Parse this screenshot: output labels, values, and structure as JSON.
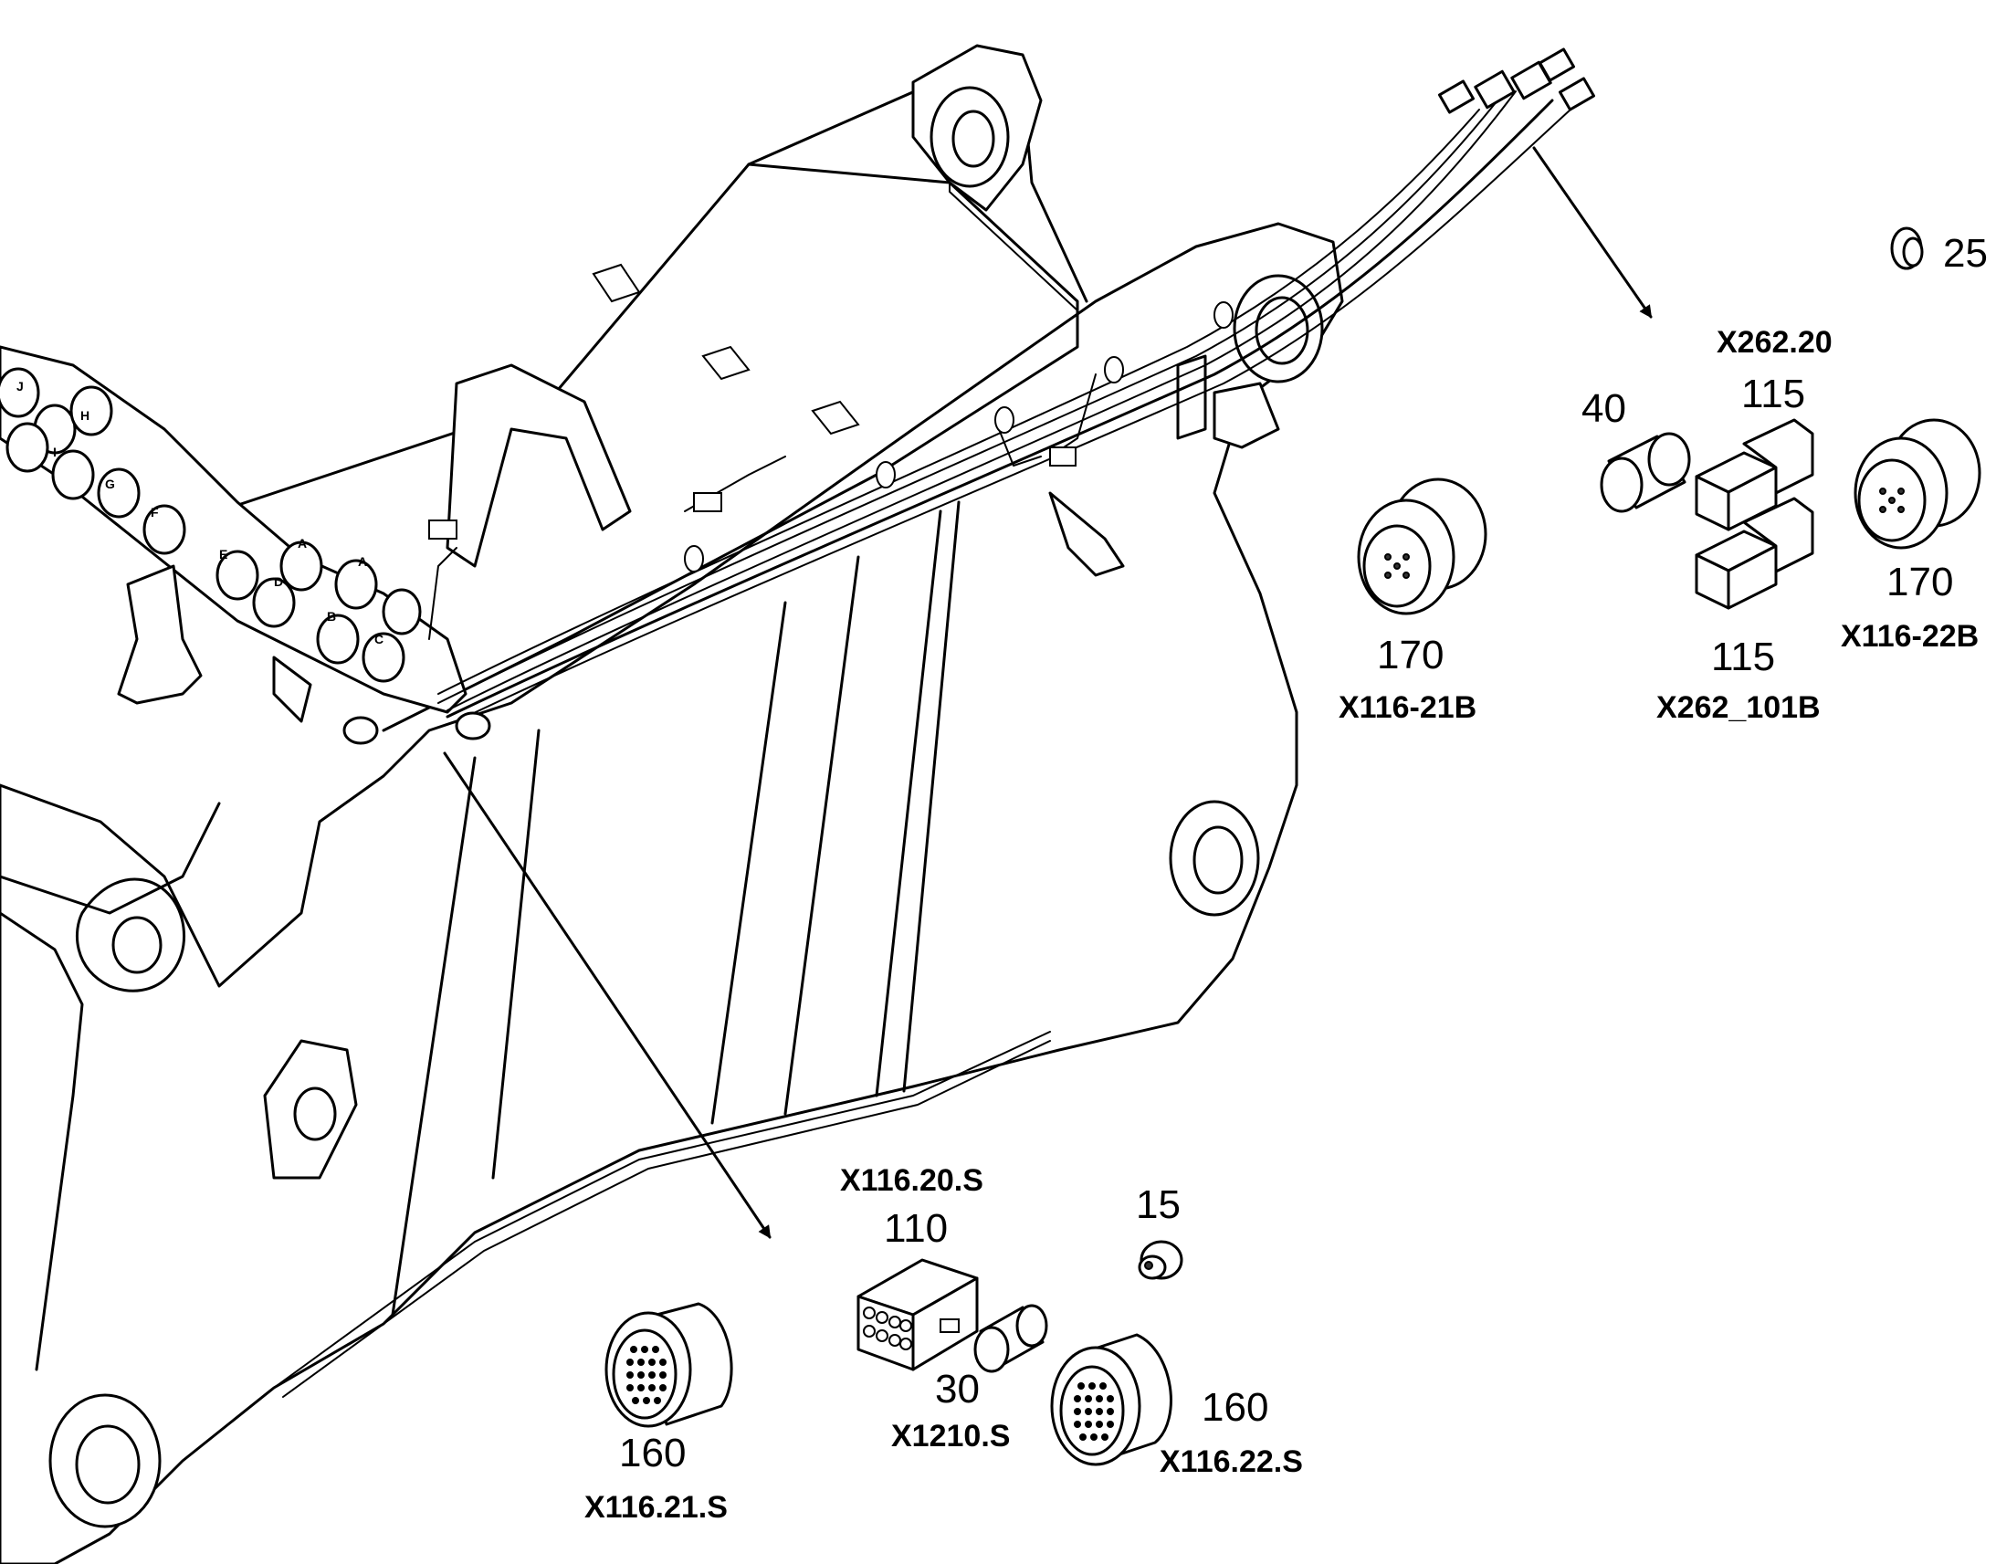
{
  "callouts": {
    "c25": {
      "number": "25"
    },
    "x262_20": {
      "code": "X262.20"
    },
    "c40": {
      "number": "40"
    },
    "c115_top": {
      "number": "115"
    },
    "c170_right": {
      "number": "170",
      "code": "X116-22B"
    },
    "c170_left": {
      "number": "170",
      "code": "X116-21B"
    },
    "c115_bottom": {
      "number": "115",
      "code": "X262_101B"
    },
    "x116_20s": {
      "code": "X116.20.S"
    },
    "c110": {
      "number": "110"
    },
    "c15": {
      "number": "15"
    },
    "c30": {
      "number": "30",
      "code": "X1210.S"
    },
    "c160_left": {
      "number": "160",
      "code": "X116.21.S"
    },
    "c160_right": {
      "number": "160",
      "code": "X116.22.S"
    }
  },
  "frame_letters": [
    "J",
    "H",
    "I",
    "G",
    "F",
    "E",
    "D",
    "A",
    "B",
    "C",
    "A"
  ]
}
